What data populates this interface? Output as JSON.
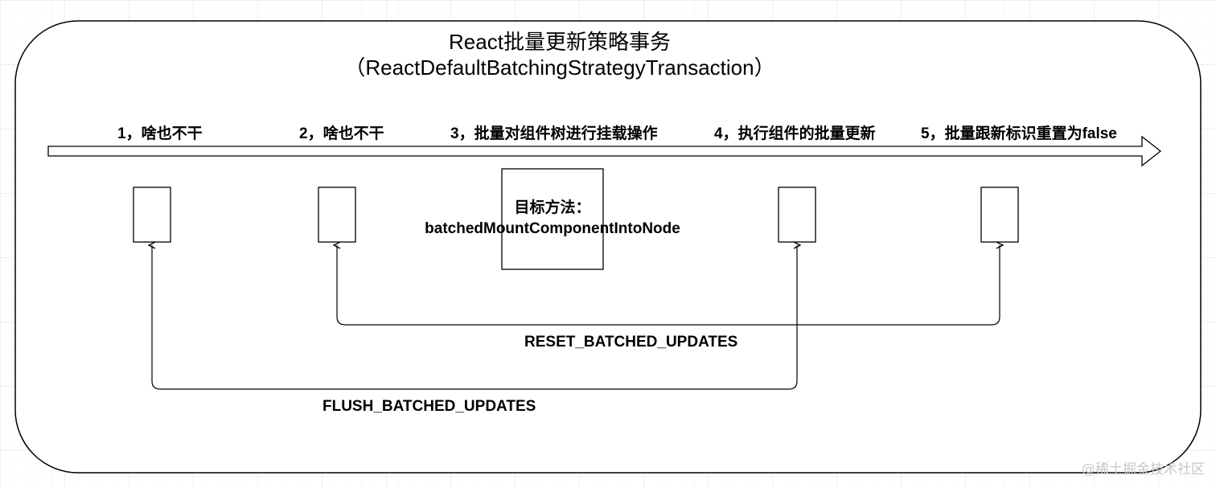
{
  "title": {
    "line1": "React批量更新策略事务",
    "line2": "（ReactDefaultBatchingStrategyTransaction）"
  },
  "steps": [
    {
      "label": "1，啥也不干"
    },
    {
      "label": "2，啥也不干"
    },
    {
      "label": "3，批量对组件树进行挂载操作"
    },
    {
      "label": "4，执行组件的批量更新"
    },
    {
      "label": "5，批量跟新标识重置为false"
    }
  ],
  "target": {
    "line1": "目标方法：",
    "line2": "batchedMountComponentIntoNode"
  },
  "flows": {
    "reset": "RESET_BATCHED_UPDATES",
    "flush": "FLUSH_BATCHED_UPDATES"
  },
  "watermark": "@稀土掘金技术社区"
}
